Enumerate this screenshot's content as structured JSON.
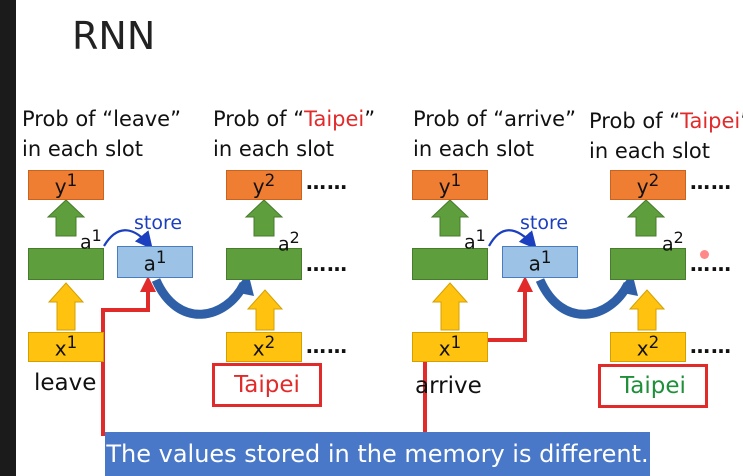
{
  "title": "RNN",
  "left": {
    "label1_pre": "Prob of “leave”",
    "label1_line2": "in each slot",
    "label2_pre": "Prob of “",
    "label2_key": "Taipei",
    "label2_post": "”",
    "label2_line2": "in each slot",
    "y1": "y1",
    "y2": "y2",
    "a1": "a1",
    "a2": "a2",
    "store": "store",
    "mem": "a1",
    "x1": "x1",
    "x2": "x2",
    "word1": "leave",
    "word2": "Taipei"
  },
  "right": {
    "label1_pre": "Prob of “arrive”",
    "label1_line2": "in each slot",
    "label2_pre": "Prob of “",
    "label2_key": "Taipei",
    "label2_post": "”",
    "label2_line2": "in each slot",
    "store": "store",
    "word1": "arrive",
    "word2": "Taipei"
  },
  "dots": "……",
  "banner": "The values stored in the memory is different.",
  "colors": {
    "taipei_left": "#e12b2b",
    "taipei_right": "#1f8f3a",
    "store_text": "#1b3fbf",
    "banner_bg": "#4a78c9"
  }
}
